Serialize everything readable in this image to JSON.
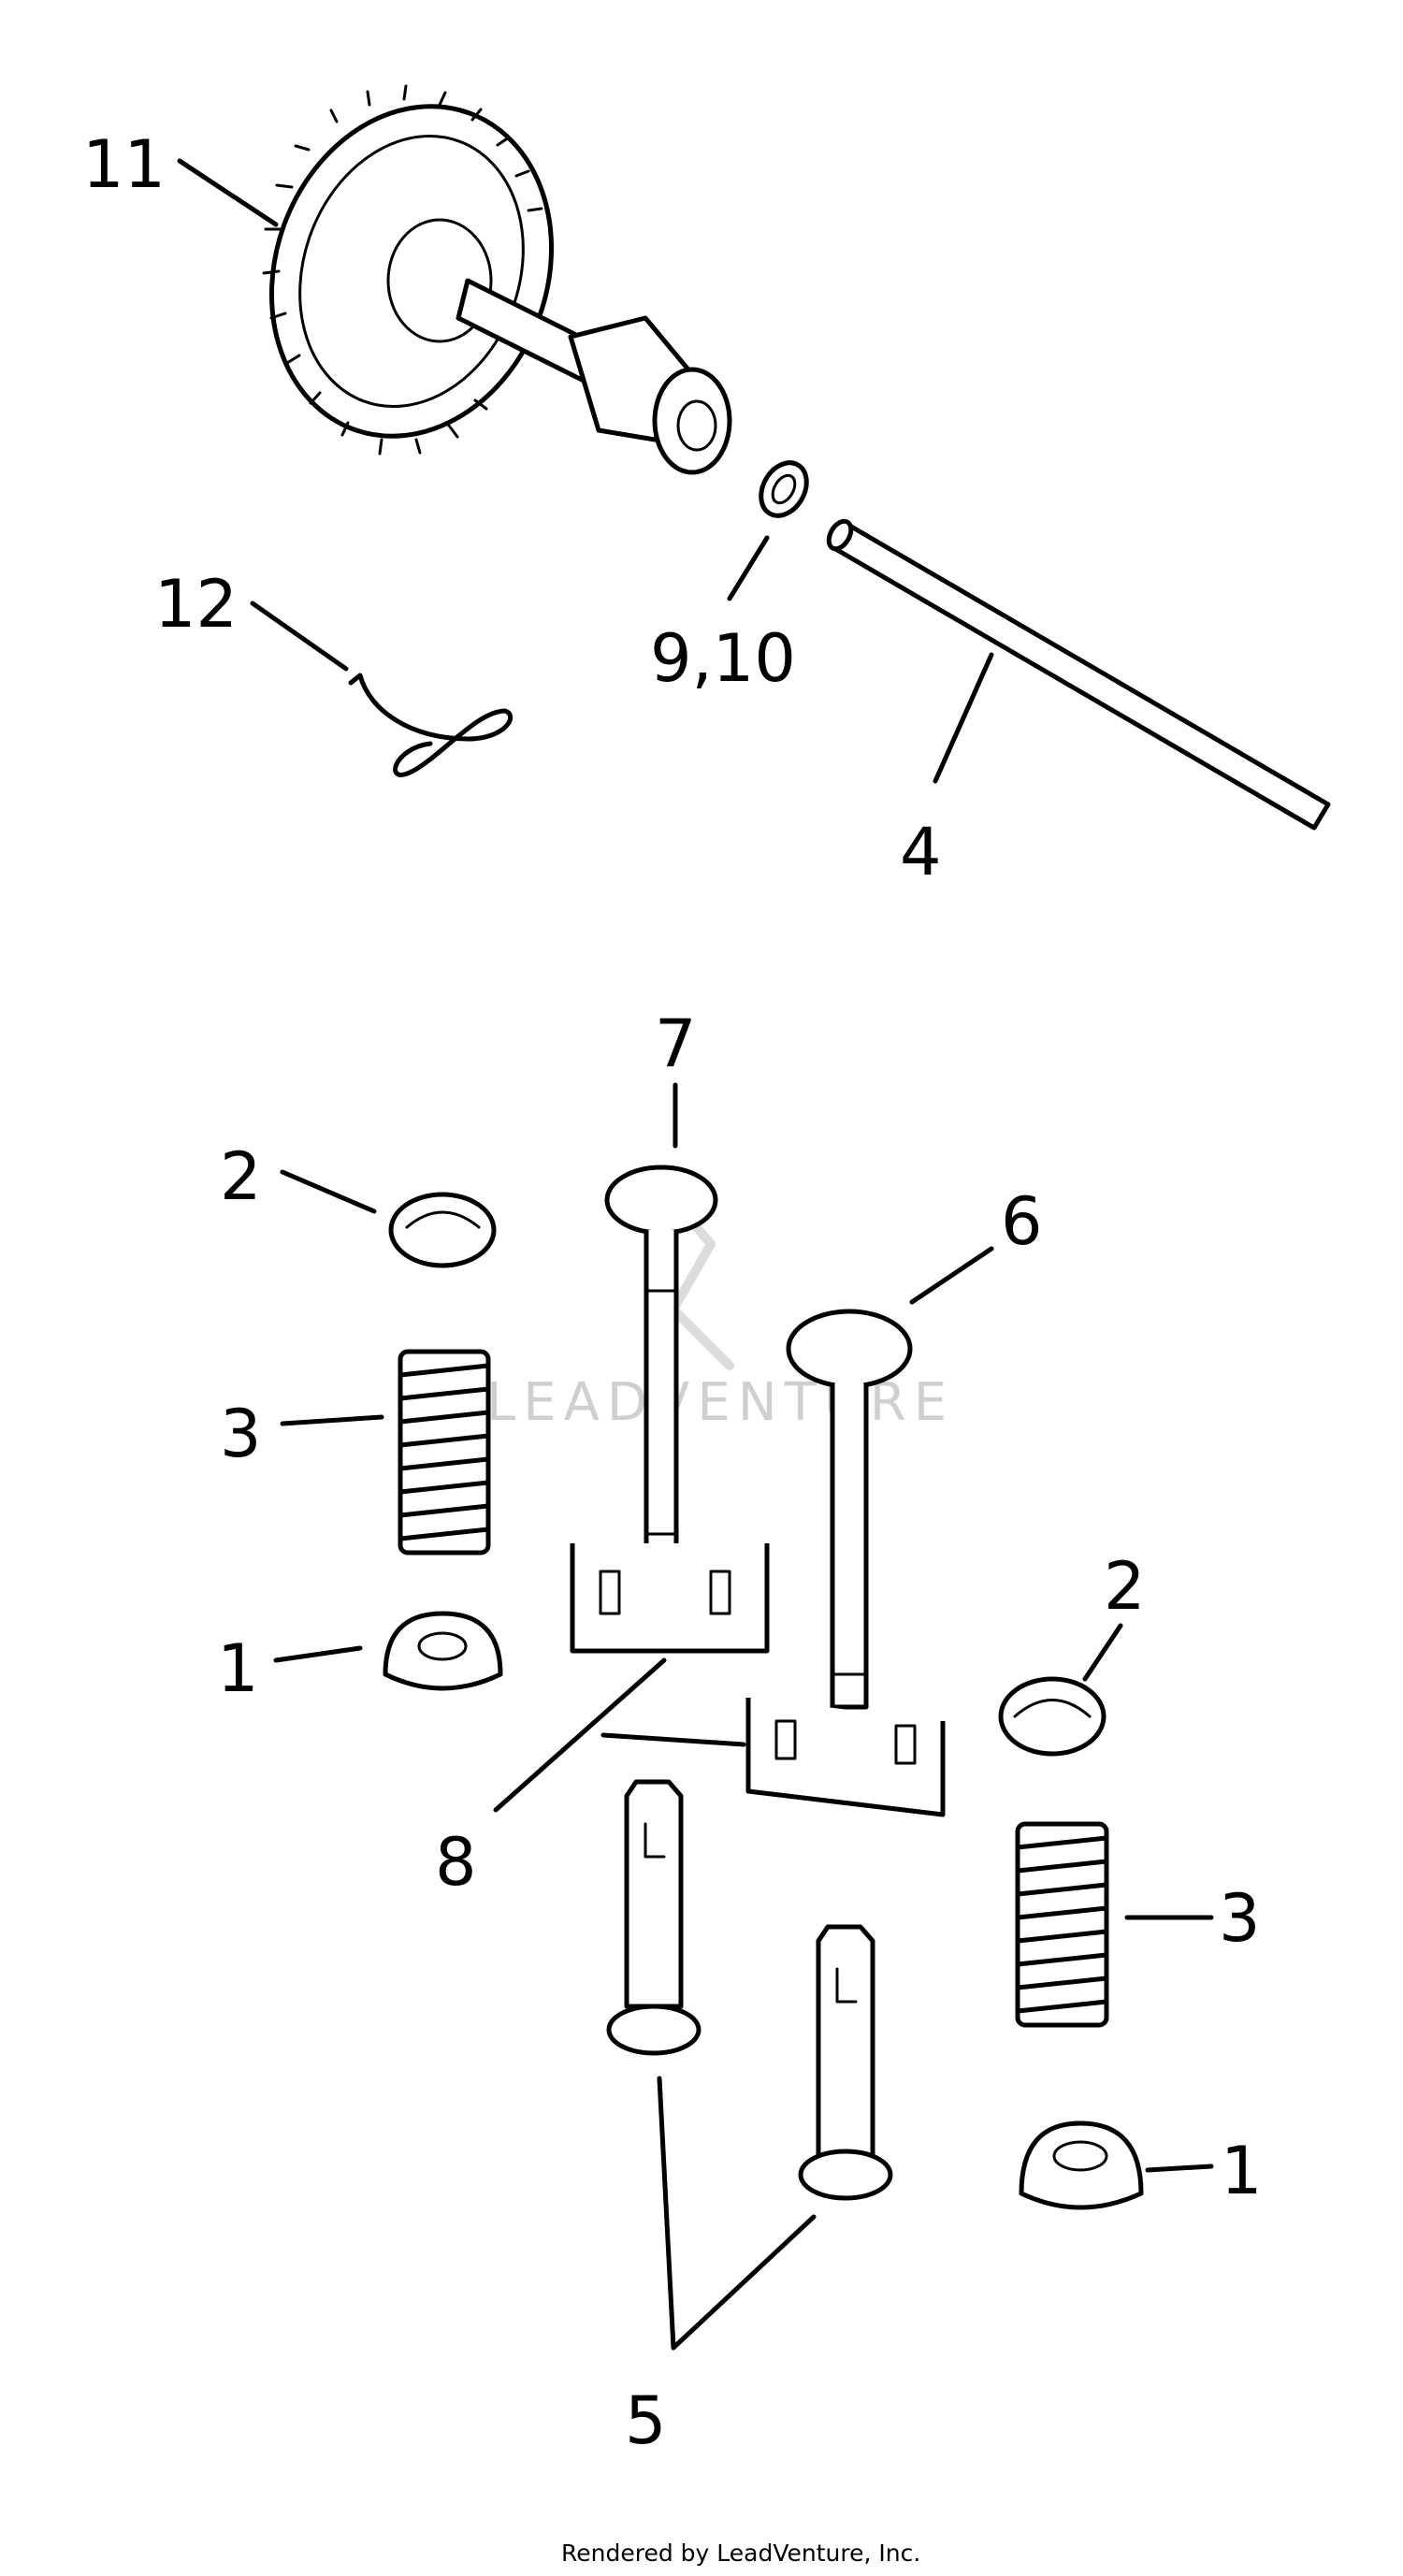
{
  "diagram": {
    "labels": {
      "l1a": "1",
      "l1b": "1",
      "l2a": "2",
      "l2b": "2",
      "l3a": "3",
      "l3b": "3",
      "l4": "4",
      "l5": "5",
      "l6": "6",
      "l7": "7",
      "l8": "8",
      "l9_10": "9,10",
      "l11": "11",
      "l12": "12"
    },
    "watermark": "LEADVENTURE",
    "footer": "Rendered by LeadVenture, Inc."
  }
}
